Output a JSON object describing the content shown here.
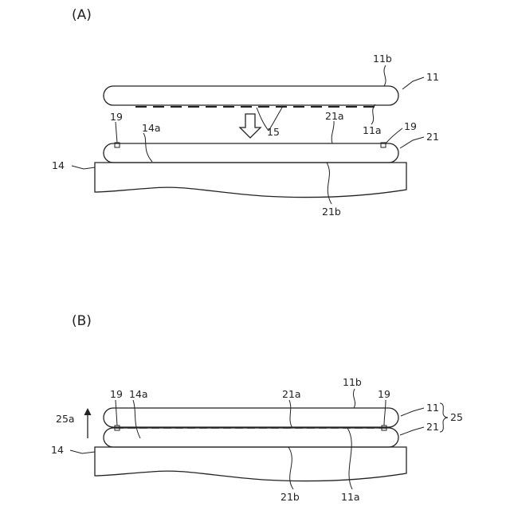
{
  "panel_a": {
    "label": "(A)",
    "labels": {
      "l11b": "11b",
      "l11": "11",
      "l19_left": "19",
      "l14a": "14a",
      "l15": "15",
      "l21a": "21a",
      "l11a": "11a",
      "l19_right": "19",
      "l21": "21",
      "l14": "14",
      "l21b": "21b"
    }
  },
  "panel_b": {
    "label": "(B)",
    "labels": {
      "l11b": "11b",
      "l11": "11",
      "l25": "25",
      "l21": "21",
      "l25a": "25a",
      "l19_left": "19",
      "l14a": "14a",
      "l21a": "21a",
      "l19_right": "19",
      "l14": "14",
      "l21b": "21b",
      "l11a": "11a"
    }
  }
}
